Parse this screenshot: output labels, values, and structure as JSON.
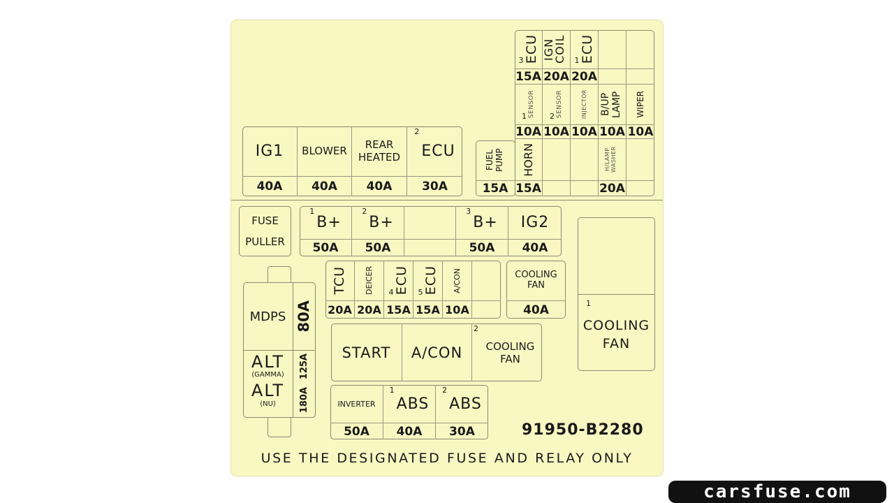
{
  "colors": {
    "label_background": "#f9f7c2",
    "line": "#8b8a70",
    "logo_background": "#111111"
  },
  "top_right": {
    "row1": [
      {
        "sup": "3",
        "label": "ECU",
        "rating": "15A"
      },
      {
        "label": "IGN COIL",
        "rating": "20A"
      },
      {
        "sup": "1",
        "label": "ECU",
        "rating": "20A"
      },
      {
        "label": "",
        "rating": ""
      },
      {
        "label": "",
        "rating": ""
      }
    ],
    "row2": [
      {
        "sup": "1",
        "label": "SENSOR",
        "rating": "10A"
      },
      {
        "sup": "2",
        "label": "SENSOR",
        "rating": "10A"
      },
      {
        "label": "INJECTOR",
        "rating": "10A"
      },
      {
        "label": "B/UP LAMP",
        "rating": "10A"
      },
      {
        "label": "WIPER",
        "rating": "10A"
      }
    ],
    "row3": [
      {
        "label": "HORN",
        "rating": "15A"
      },
      {
        "label": "",
        "rating": ""
      },
      {
        "label": "",
        "rating": ""
      },
      {
        "label": "H/LAMP WASHER",
        "rating": "20A"
      },
      {
        "label": "",
        "rating": ""
      }
    ],
    "fuel_pump": {
      "label": "FUEL PUMP",
      "rating": "15A"
    }
  },
  "top_left": [
    {
      "label": "IG1",
      "rating": "40A"
    },
    {
      "label": "BLOWER",
      "rating": "40A"
    },
    {
      "label": "REAR HEATED",
      "rating": "40A"
    },
    {
      "sup": "2",
      "label": "ECU",
      "rating": "30A"
    }
  ],
  "fuse_puller": "FUSE PULLER",
  "b_row": [
    {
      "sup": "1",
      "label": "B+",
      "rating": "50A"
    },
    {
      "sup": "2",
      "label": "B+",
      "rating": "50A"
    },
    {
      "label": "",
      "rating": ""
    },
    {
      "sup": "3",
      "label": "B+",
      "rating": "50A"
    },
    {
      "label": "IG2",
      "rating": "40A"
    }
  ],
  "mini_row": [
    {
      "label": "TCU",
      "rating": "20A"
    },
    {
      "label": "DEICER",
      "rating": "20A"
    },
    {
      "sup": "4",
      "label": "ECU",
      "rating": "15A"
    },
    {
      "sup": "5",
      "label": "ECU",
      "rating": "15A"
    },
    {
      "label": "A/CON",
      "rating": "10A"
    },
    {
      "label": "",
      "rating": ""
    }
  ],
  "cooling_fan_small": {
    "label": "COOLING FAN",
    "rating": "40A"
  },
  "cooling_fan_relay": {
    "sup": "1",
    "label": "COOLING FAN"
  },
  "mdps": {
    "label": "MDPS",
    "rating": "80A"
  },
  "alt": {
    "gamma_label": "ALT",
    "gamma_sub": "(GAMMA)",
    "gamma_rating": "125A",
    "nu_label": "ALT",
    "nu_sub": "(NU)",
    "nu_rating": "180A"
  },
  "relays": [
    {
      "label": "START"
    },
    {
      "label": "A/CON"
    },
    {
      "sup": "2",
      "label": "COOLING FAN"
    }
  ],
  "bottom_row": [
    {
      "label": "INVERTER",
      "rating": "50A"
    },
    {
      "sup": "1",
      "label": "ABS",
      "rating": "40A"
    },
    {
      "sup": "2",
      "label": "ABS",
      "rating": "30A"
    }
  ],
  "part_number": "91950-B2280",
  "footer": "USE THE DESIGNATED FUSE AND RELAY ONLY",
  "watermark": "carsfuse.com"
}
